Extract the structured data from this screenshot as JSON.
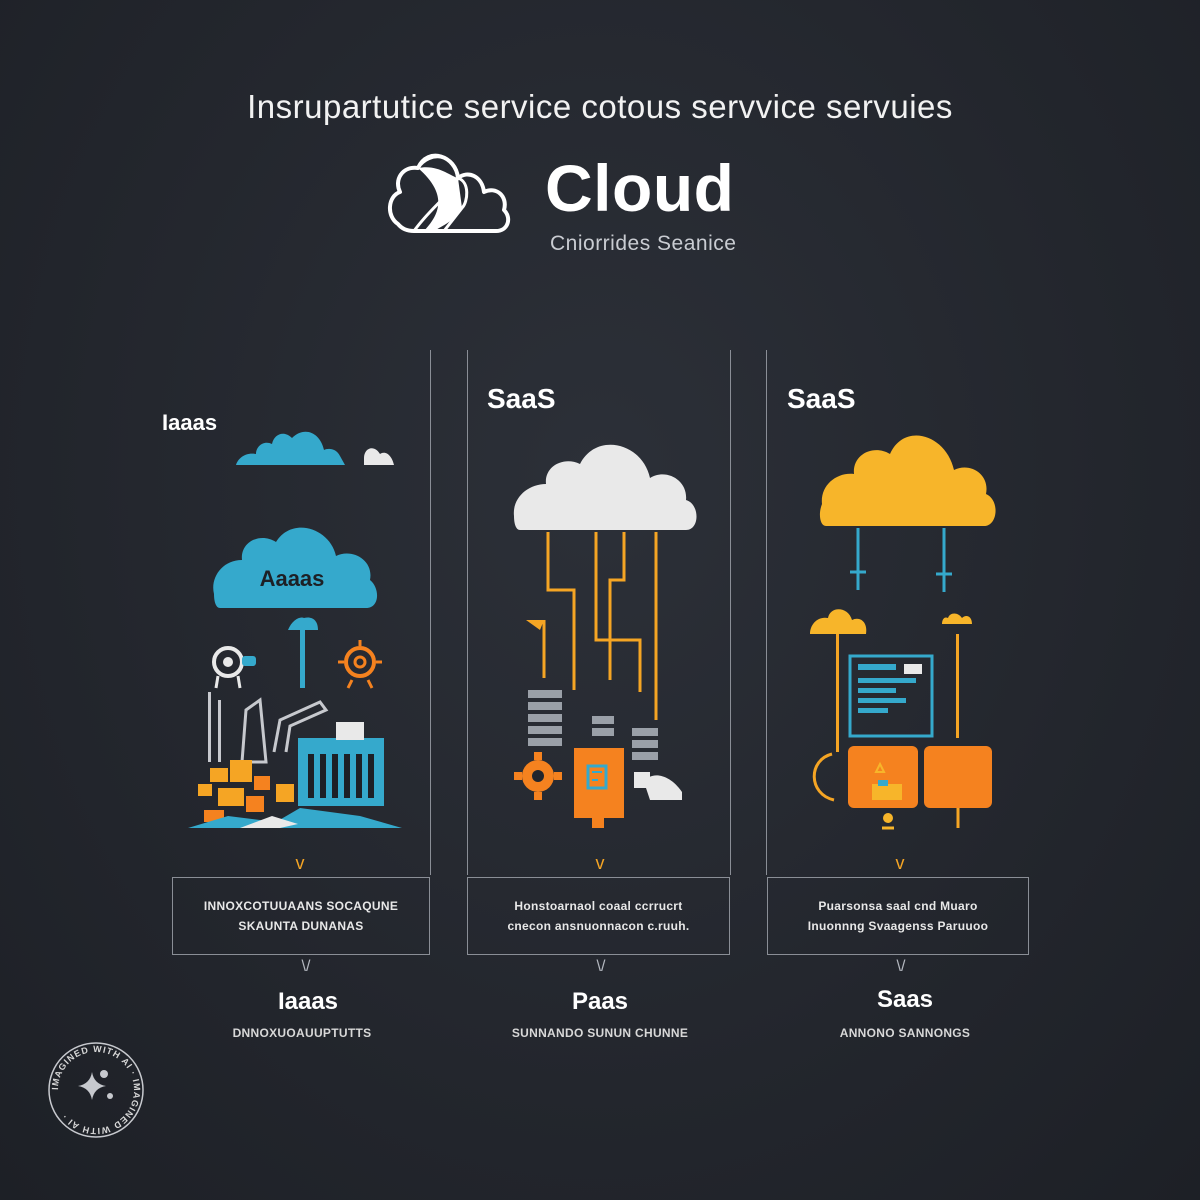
{
  "header": {
    "tagline": "Insrupartutice service cotous servvice servuies",
    "brand_name": "Cloud",
    "brand_subtitle": "Cniorrides Seanice"
  },
  "columns": [
    {
      "label": "Iaaas",
      "cloud_label": "Aaaas",
      "box_line1": "INNOXCOTUUAANS SOCAQUNE",
      "box_line2": "SKAUNTA DUNANAS",
      "footer_title": "Iaaas",
      "footer_subtitle": "DNNOXUOAUUPTUTTS"
    },
    {
      "label": "SaaS",
      "box_line1": "Honstoarnaol coaal ccrrucrt",
      "box_line2": "cnecon ansnuonnacon c.ruuh.",
      "footer_title": "Paas",
      "footer_subtitle": "SUNNANDO SUNUN CHUNNE"
    },
    {
      "label": "SaaS",
      "box_line1": "Puarsonsa saal cnd Muaro",
      "box_line2": "Inuonnng Svaagenss Paruuoo",
      "footer_title": "Saas",
      "footer_subtitle": "ANNONO SANNONGS"
    }
  ],
  "badge": {
    "text": "IMAGINED WITH AI · IMAGINED WITH AI ·"
  },
  "colors": {
    "background": "#23262d",
    "accent_cyan": "#35a9cc",
    "accent_orange": "#f5821f",
    "accent_yellow": "#f7b52a",
    "cloud_white": "#e9e9e9",
    "line": "#8a8e96"
  },
  "icons": {
    "brand": "cloud-outline-icon",
    "column1": "infrastructure-factory-icon",
    "column2": "platform-gear-server-icon",
    "column3": "software-app-window-icon",
    "badge": "sparkle-icon"
  }
}
